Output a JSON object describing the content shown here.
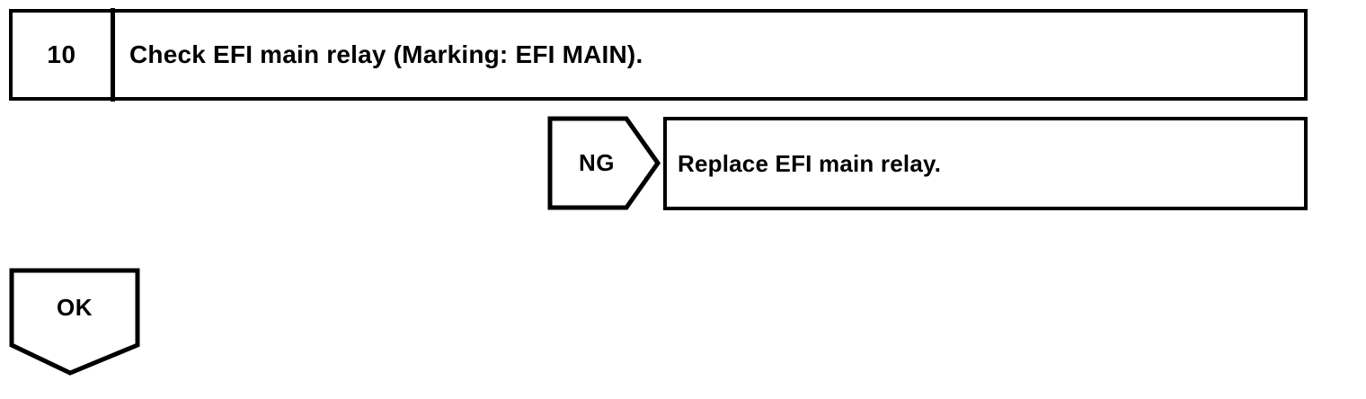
{
  "page": {
    "title": "Diagnostic Troubleshooting Flowchart Step",
    "background_color": "#ffffff",
    "line_color": "#000000",
    "text_color": "#000000"
  },
  "step": {
    "number": "10",
    "description": "Check EFI main relay (Marking: EFI MAIN)."
  },
  "branches": {
    "ng": {
      "marker_label": "NG",
      "action": "Replace EFI main relay."
    },
    "ok": {
      "marker_label": "OK"
    }
  }
}
